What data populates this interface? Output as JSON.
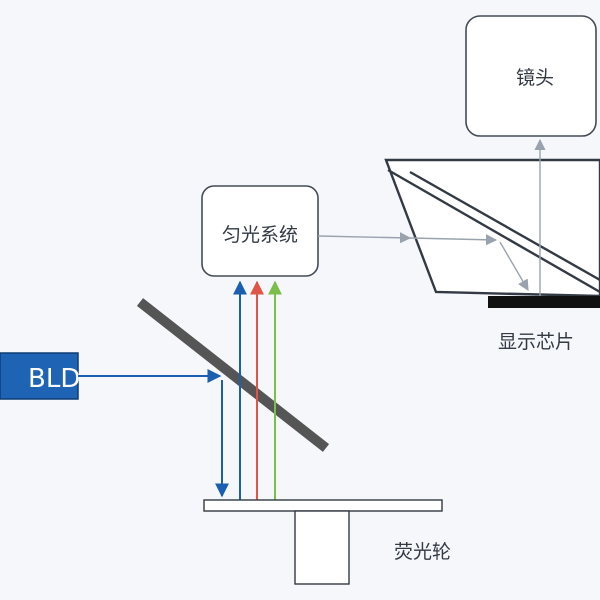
{
  "labels": {
    "lens": "镜头",
    "homogenizer": "匀光系统",
    "display_chip": "显示芯片",
    "source": "BLD",
    "phosphor_wheel": "荧光轮"
  },
  "colors": {
    "background": "#f5f7fb",
    "source_box": "#1e63b4",
    "blue_beam": "#1a5fb0",
    "red_beam": "#e05545",
    "green_beam": "#7bbf4a",
    "gray_beam": "#9aa3ad",
    "outline": "#444c56"
  }
}
